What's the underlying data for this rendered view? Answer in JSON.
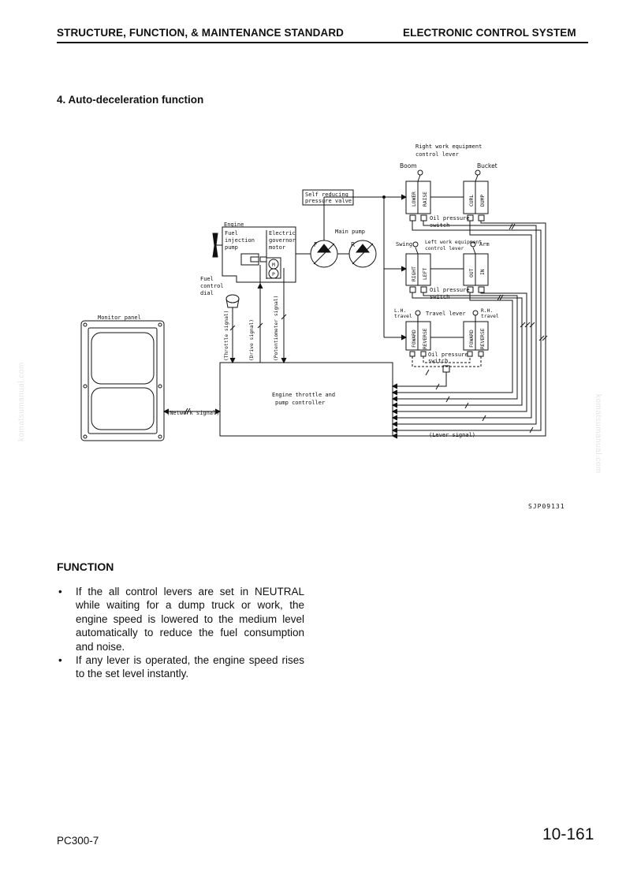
{
  "header": {
    "left_title": "STRUCTURE, FUNCTION, & MAINTENANCE STANDARD",
    "right_title": "ELECTRONIC CONTROL SYSTEM"
  },
  "section": {
    "title": "4.  Auto-deceleration function"
  },
  "diagram": {
    "right_lever_title_1": "Right work equipment",
    "right_lever_title_2": "control lever",
    "boom": "Boom",
    "bucket": "Bucket",
    "lower": "LOWER",
    "raise": "RAISE",
    "curl": "CURL",
    "dump": "DUMP",
    "self_reducing_1": "Self reducing",
    "self_reducing_2": "pressure valve",
    "oil_switch_1a": "Oil pressure",
    "oil_switch_1b": "switch",
    "engine": "Engine",
    "fuel_injection_1": "Fuel",
    "fuel_injection_2": "injection",
    "fuel_injection_3": "pump",
    "governor_1": "Electric",
    "governor_2": "governor",
    "governor_3": "motor",
    "main_pump": "Main pump",
    "pump_f": "F",
    "pump_r": "R",
    "motor_m": "M",
    "motor_p": "P",
    "swing": "Swing",
    "arm": "Arm",
    "left_lever_1": "Left work equipment",
    "left_lever_2": "control lever",
    "right": "RIGHT",
    "left": "LEFT",
    "out": "OUT",
    "in": "IN",
    "oil_switch_2a": "Oil pressure",
    "oil_switch_2b": "switch",
    "fuel_dial_1": "Fuel",
    "fuel_dial_2": "control",
    "fuel_dial_3": "dial",
    "throttle_signal": "(Throttle signal)",
    "drive_signal": "(Drive signal)",
    "potentiometer_signal": "(Potentiometer signal)",
    "lh_travel_1": "L.H.",
    "lh_travel_2": "travel",
    "travel_lever": "Travel lever",
    "rh_travel_1": "R.H.",
    "rh_travel_2": "travel",
    "forward": "FOWARD",
    "reverse_l": "REVERSE",
    "forward_r": "FOWARD",
    "reverse_r": "REVERSE",
    "oil_switch_3a": "Oil pressure",
    "oil_switch_3b": "switch",
    "monitor_panel": "Monitor panel",
    "controller_1": "Engine throttle and",
    "controller_2": "pump controller",
    "network_signal": "(Network signal)",
    "lever_signal": "(Lever signal)"
  },
  "figure_code": "SJP09131",
  "function": {
    "title": "FUNCTION",
    "bullets": [
      "If the all control levers are set in NEUTRAL while waiting for a dump truck or work, the engine speed is lowered to the medium level automatically to reduce the fuel consumption and noise.",
      "If any lever is operated, the engine speed rises to the set level instantly."
    ]
  },
  "footer": {
    "model": "PC300-7",
    "page": "10-161"
  },
  "watermark": "komatsumanual.com"
}
